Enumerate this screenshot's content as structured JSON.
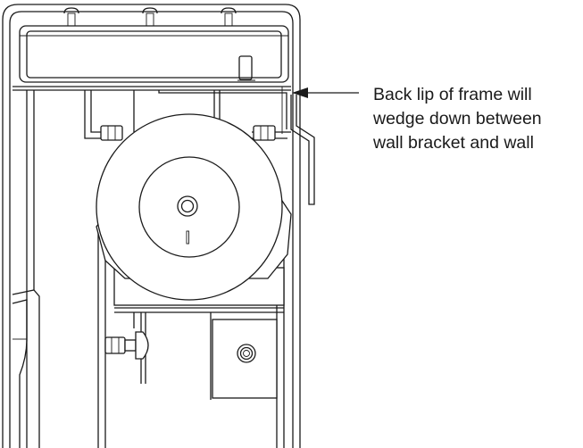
{
  "callout": {
    "lines": [
      "Back lip of frame will",
      "wedge down between",
      "wall bracket and wall"
    ]
  }
}
